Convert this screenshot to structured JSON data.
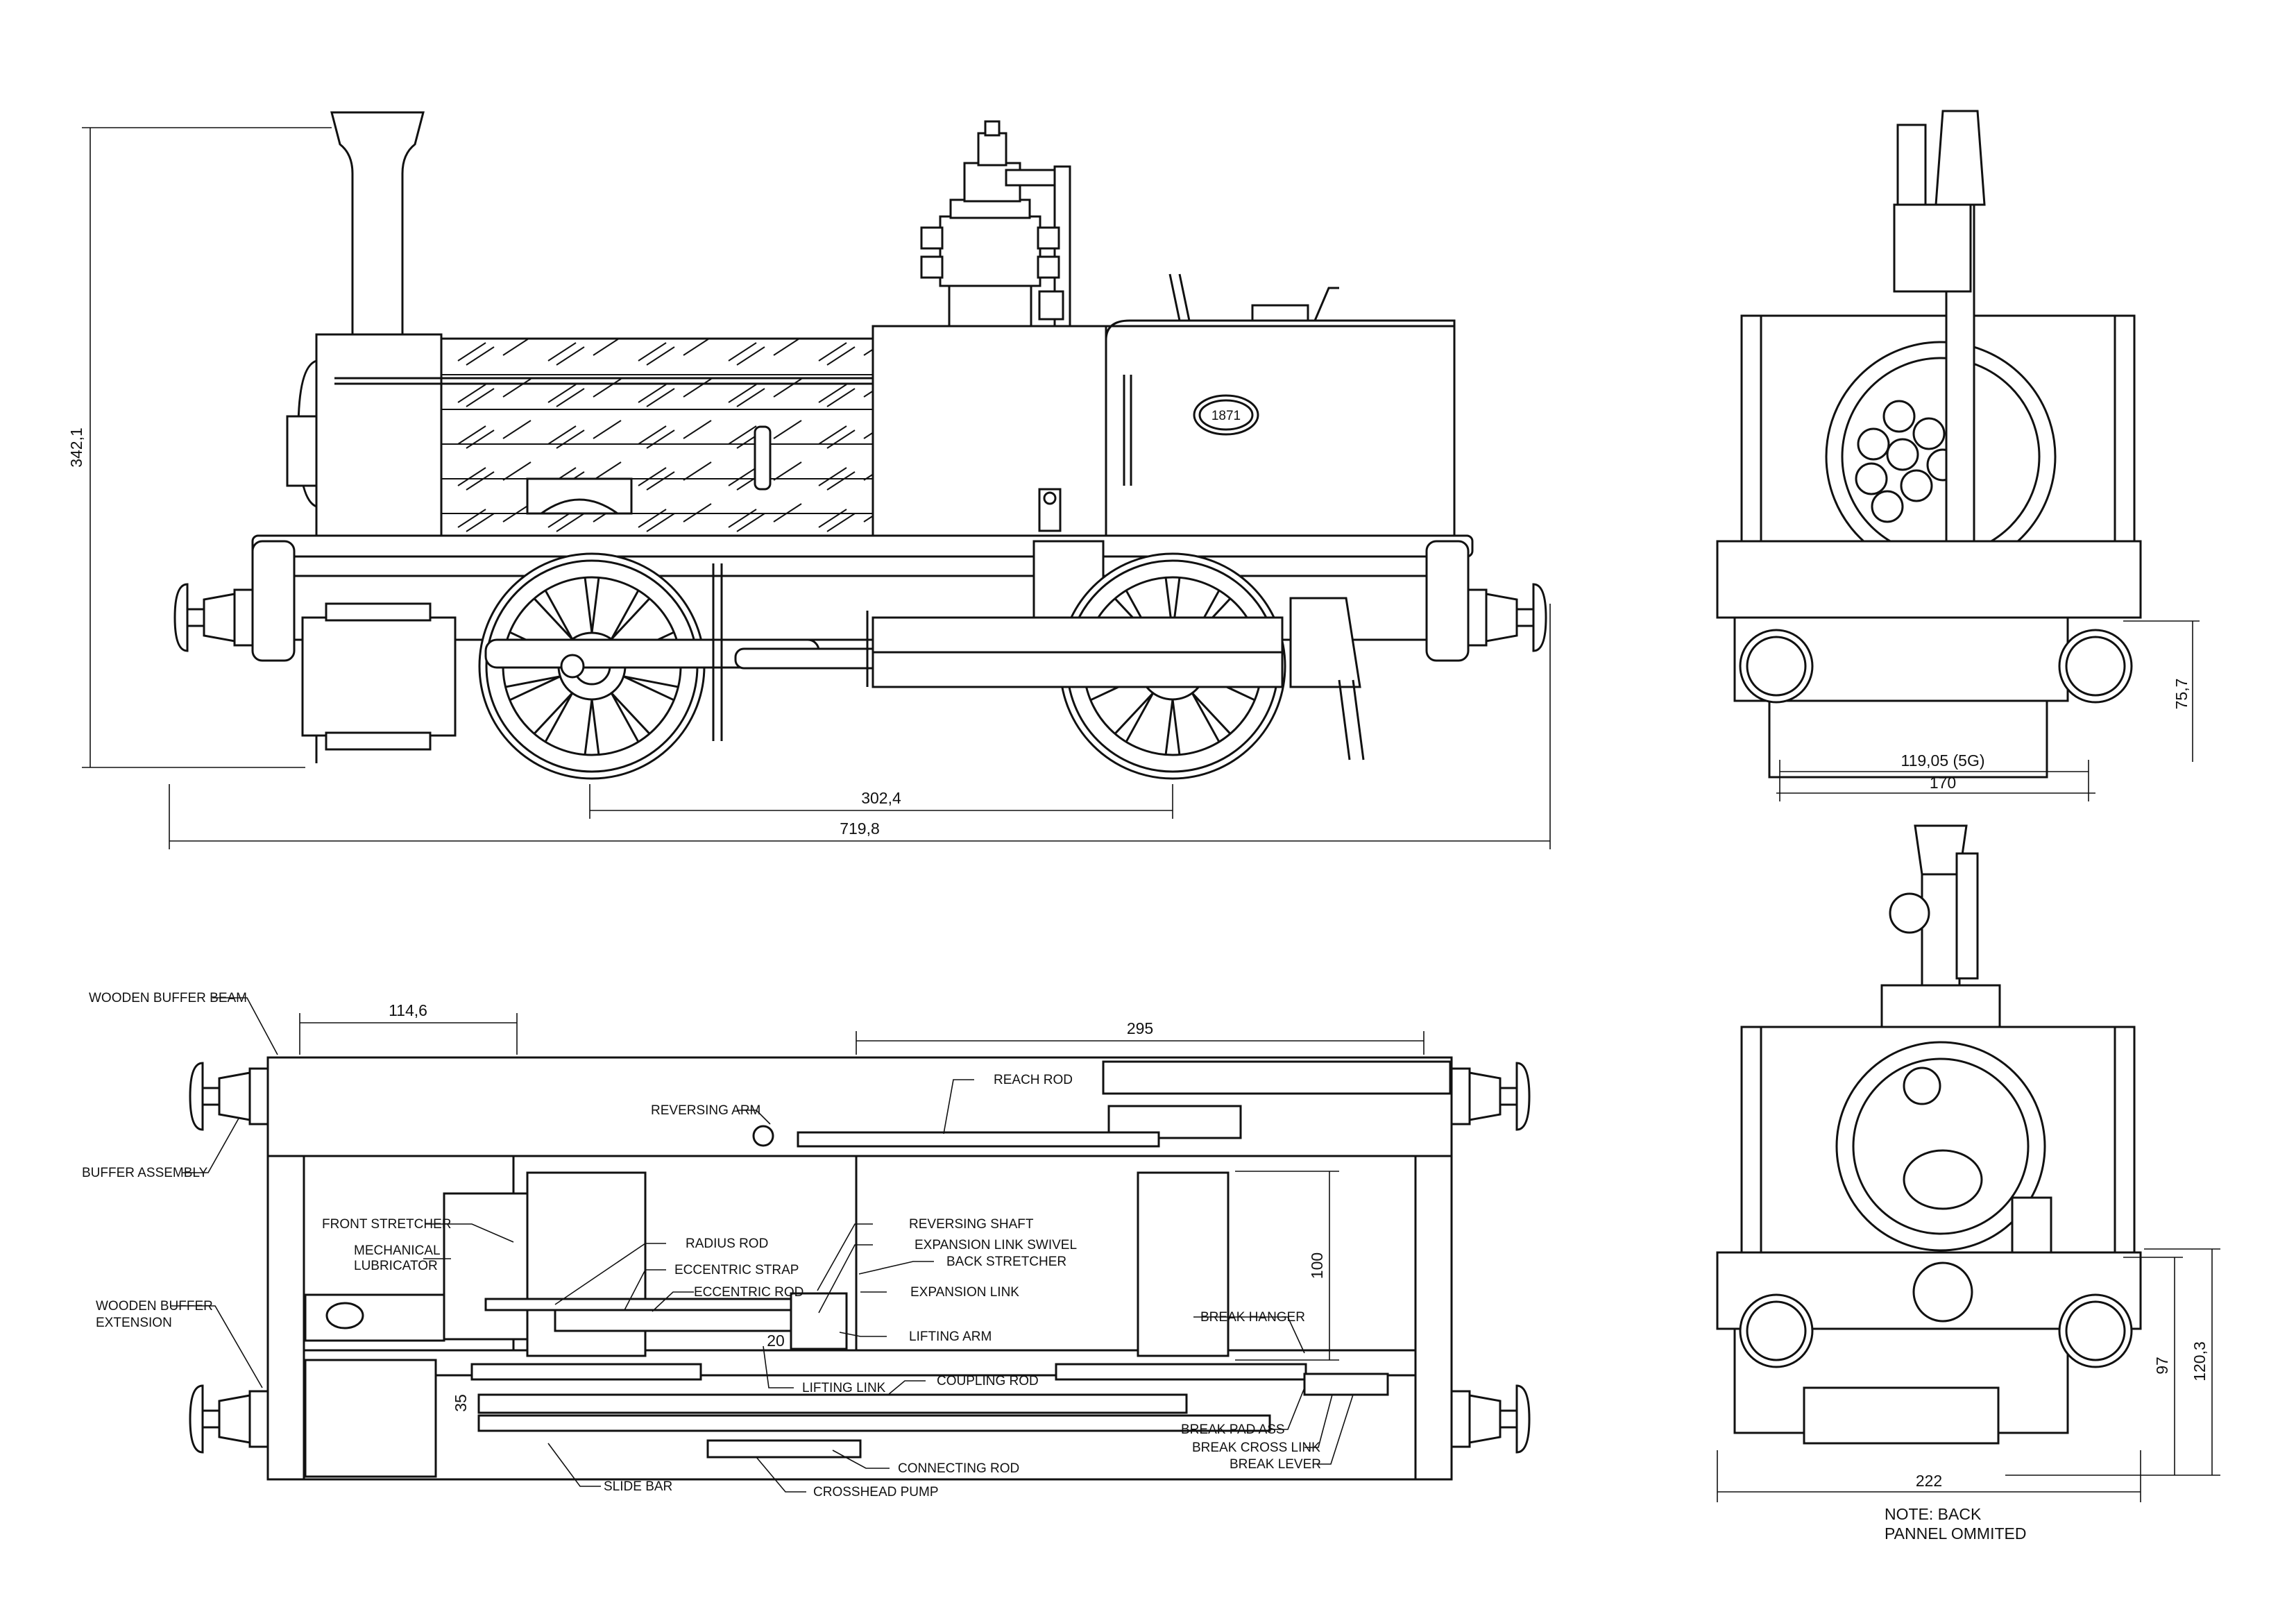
{
  "views": {
    "side": {
      "dims": {
        "height": "342,1",
        "wheelbase": "302,4",
        "length": "719,8"
      }
    },
    "front": {
      "dims": {
        "gauge": "119,05  (5G)",
        "width": "170",
        "axle_height": "75,7"
      }
    },
    "plan": {
      "dims": {
        "front_to_stretcher": "114,6",
        "rear_span": "295",
        "frame_width": "100",
        "dim_20": "20",
        "dim_35": "35"
      },
      "labels": {
        "wooden_buffer_beam": "WOODEN BUFFER BEAM",
        "buffer_assembly": "BUFFER ASSEMBLY",
        "front_stretcher": "FRONT STRETCHER",
        "mechanical_lubricator_1": "MECHANICAL",
        "mechanical_lubricator_2": "LUBRICATOR",
        "wooden_buffer_extension_1": "WOODEN BUFFER",
        "wooden_buffer_extension_2": "EXTENSION",
        "reversing_arm": "REVERSING ARM",
        "reach_rod": "REACH ROD",
        "radius_rod": "RADIUS ROD",
        "eccentric_strap": "ECCENTRIC STRAP",
        "eccentric_rod": "ECCENTRIC ROD",
        "reversing_shaft": "REVERSING SHAFT",
        "expansion_link_swivel": "EXPANSION LINK SWIVEL",
        "back_stretcher": "BACK STRETCHER",
        "expansion_link": "EXPANSION LINK",
        "lifting_arm": "LIFTING ARM",
        "lifting_link": "LIFTING LINK",
        "coupling_rod": "COUPLING ROD",
        "connecting_rod": "CONNECTING ROD",
        "slide_bar": "SLIDE BAR",
        "crosshead_pump": "CROSSHEAD PUMP",
        "break_hanger": "BREAK HANGER",
        "break_pad_ass": "BREAK PAD ASS",
        "break_cross_link": "BREAK CROSS LINK",
        "break_lever": "BREAK LEVER"
      }
    },
    "rear": {
      "dims": {
        "width": "222",
        "height_97": "97",
        "height_120": "120,3"
      },
      "note_1": "NOTE: BACK",
      "note_2": "PANNEL OMMITED"
    }
  },
  "plate": {
    "line1": "1871"
  }
}
